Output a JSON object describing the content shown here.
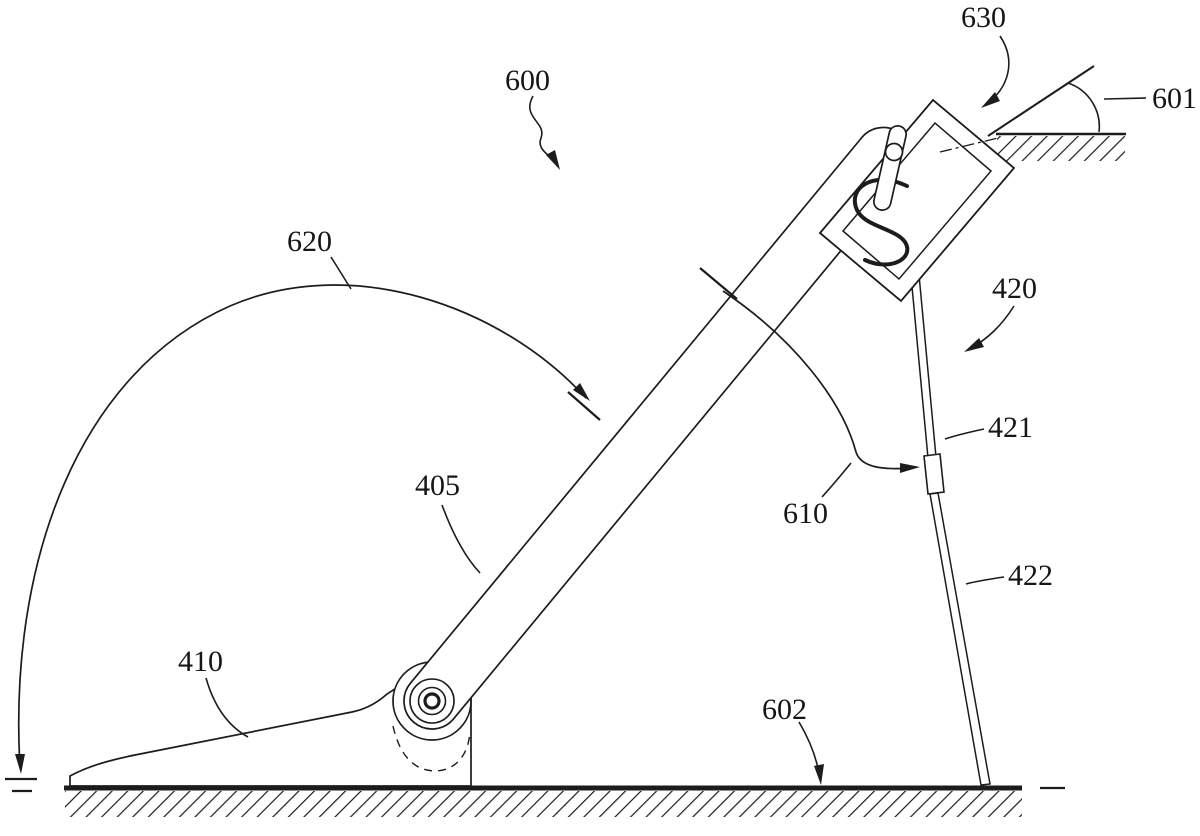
{
  "figure": {
    "ink_color": "#1c1c1c",
    "background_color": "#ffffff",
    "labels": {
      "n600": "600",
      "n601": "601",
      "n602": "602",
      "n405": "405",
      "n410": "410",
      "n420": "420",
      "n421": "421",
      "n422": "422",
      "n610": "610",
      "n620": "620",
      "n630": "630"
    }
  }
}
